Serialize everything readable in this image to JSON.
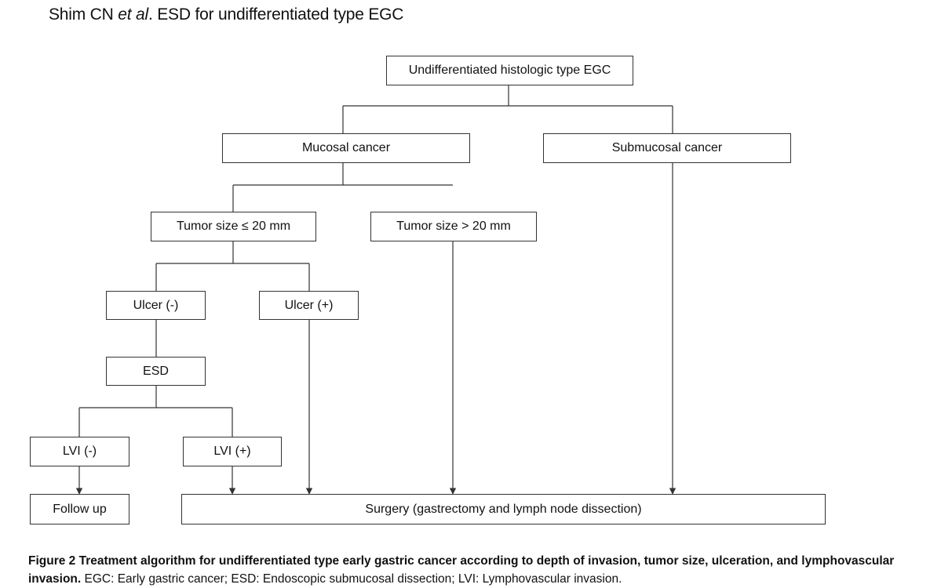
{
  "header": {
    "authors": "Shim CN",
    "etal": "et al",
    "dot": ".",
    "title": " ESD for undifferentiated type EGC"
  },
  "nodes": {
    "root": "Undifferentiated histologic type EGC",
    "mucosal": "Mucosal cancer",
    "submucosal": "Submucosal cancer",
    "tumor_small": "Tumor size ≤ 20 mm",
    "tumor_large": "Tumor size > 20 mm",
    "ulcer_neg": "Ulcer (-)",
    "ulcer_pos": "Ulcer (+)",
    "esd": "ESD",
    "lvi_neg": "LVI (-)",
    "lvi_pos": "LVI (+)",
    "follow_up": "Follow up",
    "surgery": "Surgery (gastrectomy and lymph node dissection)"
  },
  "caption": {
    "label": "Figure 2  Treatment algorithm for undifferentiated type early gastric cancer according to depth of invasion, tumor size, ulceration, and lymphovascular invasion.",
    "text": " EGC: Early gastric cancer; ESD: Endoscopic submucosal dissection; LVI: Lymphovascular invasion."
  }
}
